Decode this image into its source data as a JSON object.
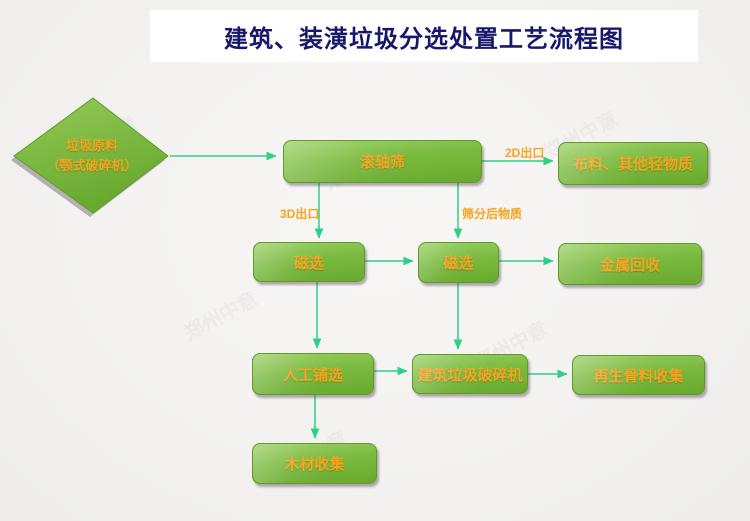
{
  "title": "建筑、装潢垃圾分选处置工艺流程图",
  "watermark": "郑州中意",
  "colors": {
    "background": "#f3f2f0",
    "title_text": "#17176b",
    "box_green_top": "#97cd60",
    "box_green_bottom": "#68a92e",
    "box_border": "#5d9d25",
    "box_text_orange": "#f7a21c",
    "arrow_green": "#2fcf8a",
    "shadow_purple": "rgba(92,72,96,0.45)"
  },
  "nodes": {
    "raw_material": {
      "shape": "diamond",
      "label_line1": "垃圾原料",
      "label_line2": "（颚式破碎机）"
    },
    "roller_screen": {
      "label": "滚轴筛"
    },
    "light_material": {
      "label": "布料、其他轻物质"
    },
    "magnetic_1": {
      "label": "磁选"
    },
    "magnetic_2": {
      "label": "磁选"
    },
    "metal_recovery": {
      "label": "金属回收"
    },
    "manual_sorting": {
      "label": "人工铺选"
    },
    "crusher": {
      "label": "建筑垃圾破碎机"
    },
    "aggregate_collection": {
      "label": "再生骨料收集"
    },
    "wood_collection": {
      "label": "木材收集"
    }
  },
  "edge_labels": {
    "exit_2d": "2D出口",
    "exit_3d": "3D出口",
    "screened": "筛分后物质"
  },
  "edges": [
    {
      "from": "raw_material",
      "to": "roller_screen",
      "label": ""
    },
    {
      "from": "roller_screen",
      "to": "light_material",
      "label": "2D出口"
    },
    {
      "from": "roller_screen",
      "to": "magnetic_1",
      "label": "3D出口"
    },
    {
      "from": "roller_screen",
      "to": "magnetic_2",
      "label": "筛分后物质"
    },
    {
      "from": "magnetic_1",
      "to": "magnetic_2",
      "label": ""
    },
    {
      "from": "magnetic_2",
      "to": "metal_recovery",
      "label": ""
    },
    {
      "from": "magnetic_1",
      "to": "manual_sorting",
      "label": ""
    },
    {
      "from": "magnetic_2",
      "to": "crusher",
      "label": ""
    },
    {
      "from": "manual_sorting",
      "to": "crusher",
      "label": ""
    },
    {
      "from": "crusher",
      "to": "aggregate_collection",
      "label": ""
    },
    {
      "from": "manual_sorting",
      "to": "wood_collection",
      "label": ""
    }
  ]
}
